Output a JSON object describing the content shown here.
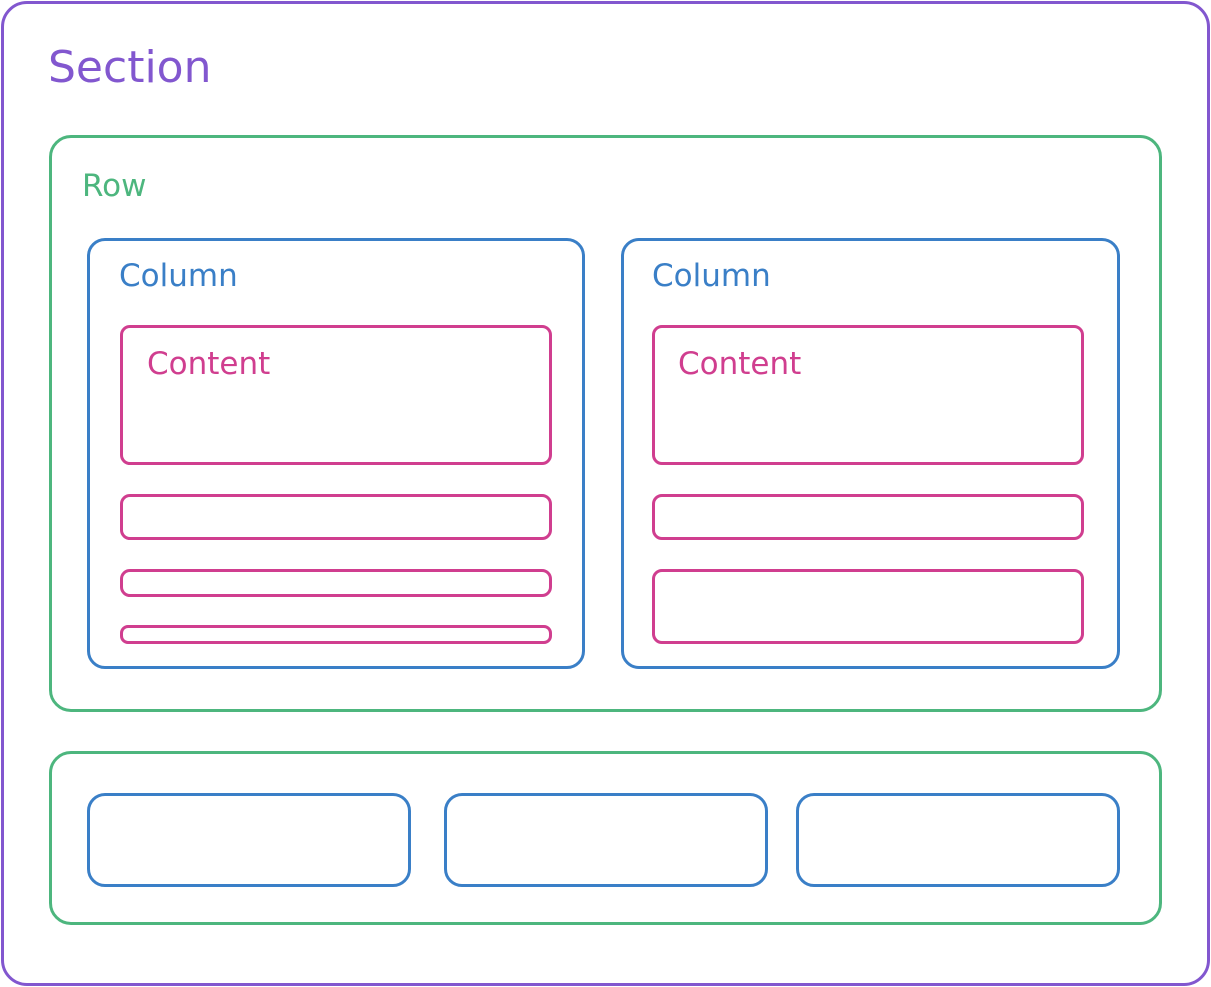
{
  "section": {
    "label": "Section",
    "color": "#8257cf"
  },
  "row": {
    "label": "Row",
    "color": "#4db67e"
  },
  "columns": [
    {
      "label": "Column"
    },
    {
      "label": "Column"
    }
  ],
  "column_color": "#3a7fc7",
  "content": [
    {
      "label": "Content"
    },
    {
      "label": "Content"
    }
  ],
  "content_color": "#d03e8f"
}
